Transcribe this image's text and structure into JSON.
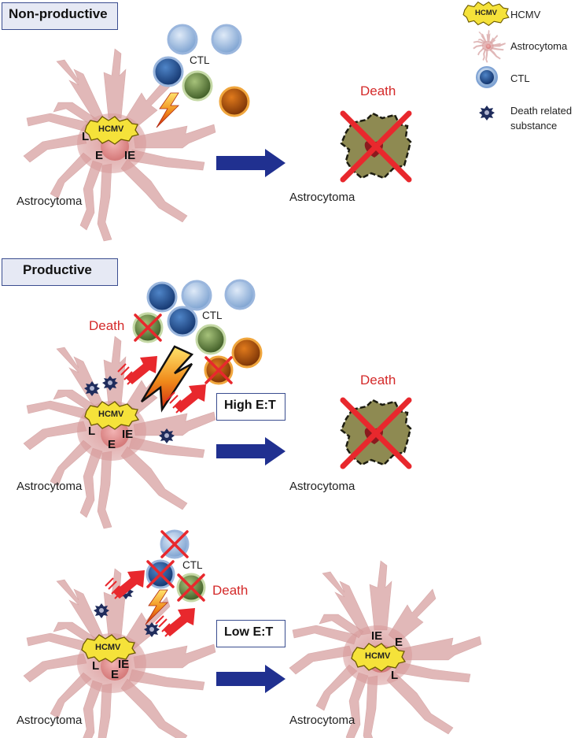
{
  "legend": {
    "hcmv": "HCMV",
    "astrocytoma": "Astrocytoma",
    "ctl": "CTL",
    "death_substance": "Death related substance"
  },
  "panels": {
    "nonproductive": {
      "title": "Non-productive",
      "ctl": "CTL",
      "hcmv": "HCMV",
      "genes": [
        "L",
        "E",
        "IE"
      ],
      "cell_label": "Astrocytoma",
      "result_label": "Astrocytoma",
      "death": "Death"
    },
    "productive_high": {
      "title": "Productive",
      "ctl": "CTL",
      "ctl_death": "Death",
      "hcmv": "HCMV",
      "genes": [
        "L",
        "E",
        "IE"
      ],
      "ratio": "High E:T",
      "cell_label": "Astrocytoma",
      "result_label": "Astrocytoma",
      "death": "Death"
    },
    "productive_low": {
      "ctl": "CTL",
      "ctl_death": "Death",
      "hcmv": "HCMV",
      "genes": [
        "L",
        "E",
        "IE"
      ],
      "ratio": "Low E:T",
      "cell_label": "Astrocytoma",
      "result_label": "Astrocytoma",
      "result_hcmv": "HCMV",
      "result_genes": [
        "IE",
        "E",
        "L"
      ]
    }
  }
}
